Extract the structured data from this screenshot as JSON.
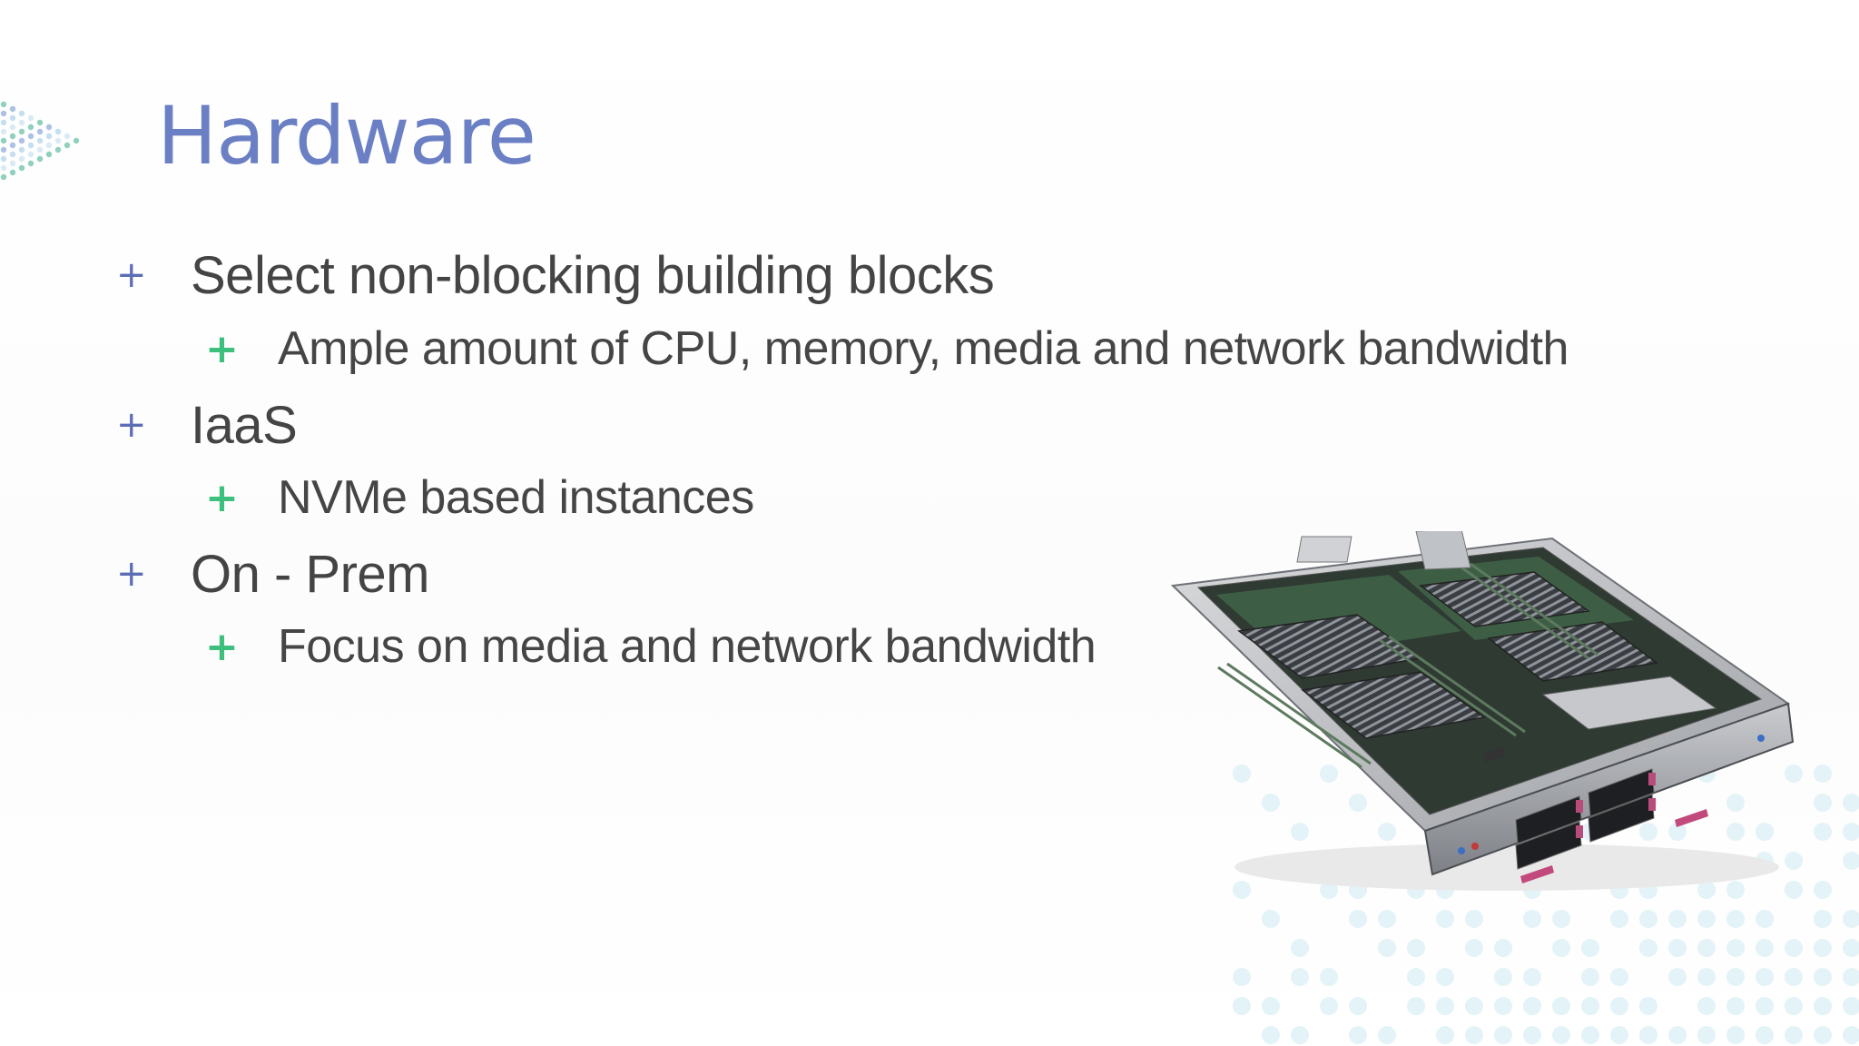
{
  "slide": {
    "title": "Hardware",
    "bullets": [
      {
        "text": "Select non-blocking building blocks",
        "level": 1
      },
      {
        "text": "Ample amount of CPU, memory, media and network bandwidth",
        "level": 2
      },
      {
        "text": "IaaS",
        "level": 1
      },
      {
        "text": "NVMe based instances",
        "level": 2
      },
      {
        "text": "On - Prem",
        "level": 1
      },
      {
        "text": "Focus on media and network bandwidth",
        "level": 2
      }
    ],
    "bullet_glyph": "+",
    "image": "server-blade-photo"
  },
  "colors": {
    "title": "#6b7fc4",
    "bullet_level1": "#5d6db5",
    "bullet_level2": "#3dbf7e",
    "text": "#444444"
  }
}
